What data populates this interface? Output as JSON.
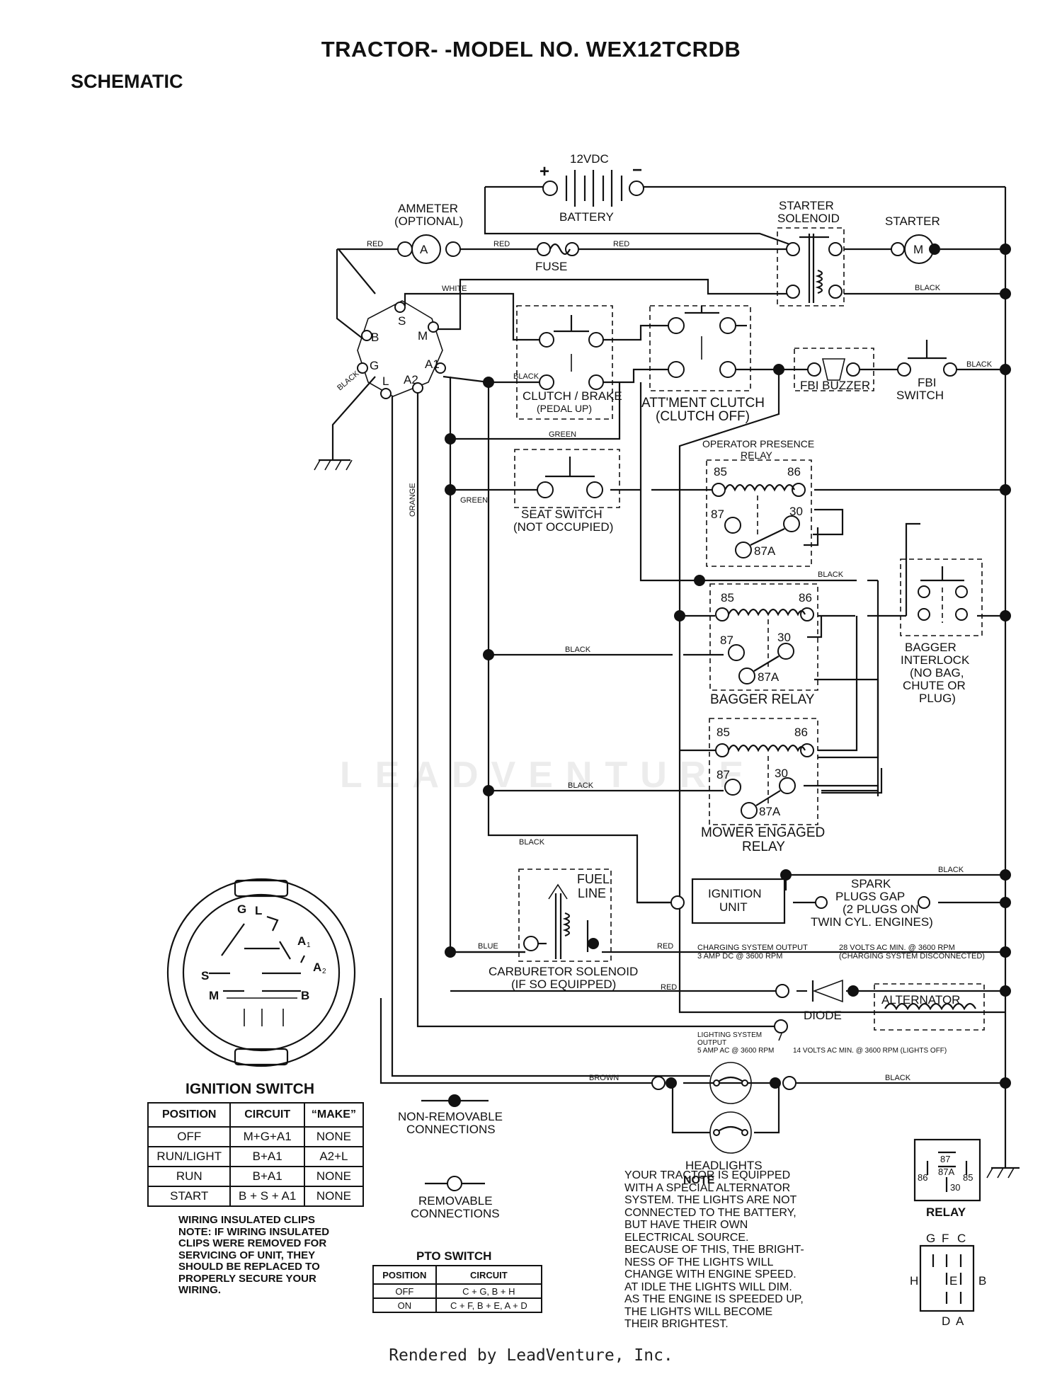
{
  "header": {
    "title": "TRACTOR- -MODEL NO. WEX12TCRDB",
    "section": "SCHEMATIC"
  },
  "watermark": "LEADVENTURE",
  "components": {
    "battery": "BATTERY",
    "battery_voltage": "12VDC",
    "plus": "+",
    "minus": "−",
    "ammeter_1": "AMMETER",
    "ammeter_2": "(OPTIONAL)",
    "ammeter_symbol": "A",
    "fuse": "FUSE",
    "starter_solenoid_1": "STARTER",
    "starter_solenoid_2": "SOLENOID",
    "starter": "STARTER",
    "starter_symbol": "M",
    "clutch_brake_1": "CLUTCH / BRAKE",
    "clutch_brake_2": "(PEDAL UP)",
    "attachment_clutch_1": "ATT'MENT CLUTCH",
    "attachment_clutch_2": "(CLUTCH OFF)",
    "fbi_buzzer": "FBI BUZZER",
    "fbi_switch_1": "FBI",
    "fbi_switch_2": "SWITCH",
    "seat_switch_1": "SEAT SWITCH",
    "seat_switch_2": "(NOT OCCUPIED)",
    "operator_relay_1": "OPERATOR PRESENCE",
    "operator_relay_2": "RELAY",
    "bagger_relay": "BAGGER RELAY",
    "bagger_interlock": [
      "BAGGER",
      "INTERLOCK",
      "(NO BAG,",
      "CHUTE OR",
      "PLUG)"
    ],
    "mower_relay_1": "MOWER ENGAGED",
    "mower_relay_2": "RELAY",
    "fuel_line_1": "FUEL",
    "fuel_line_2": "LINE",
    "carb_solenoid_1": "CARBURETOR SOLENOID",
    "carb_solenoid_2": "(IF SO EQUIPPED)",
    "ignition_unit_1": "IGNITION",
    "ignition_unit_2": "UNIT",
    "spark_plugs": [
      "SPARK",
      "PLUGS GAP",
      "(2 PLUGS ON",
      "TWIN CYL. ENGINES)"
    ],
    "charging_output_1": "CHARGING SYSTEM OUTPUT",
    "charging_output_2": "3 AMP DC @ 3600 RPM",
    "alt_rating_1": "28 VOLTS AC MIN. @ 3600 RPM",
    "alt_rating_2": "(CHARGING SYSTEM DISCONNECTED)",
    "diode": "DIODE",
    "alternator": "ALTERNATOR",
    "lighting_output": [
      "LIGHTING SYSTEM",
      "OUTPUT",
      "5 AMP AC @ 3600 RPM"
    ],
    "alt_lights_off": "14 VOLTS AC MIN. @ 3600 RPM (LIGHTS OFF)",
    "headlights": "HEADLIGHTS",
    "relay_terminals": {
      "t85": "85",
      "t86": "86",
      "t87": "87",
      "t30": "30",
      "t87a": "87A"
    },
    "ign_terminals": {
      "B": "B",
      "S": "S",
      "M": "M",
      "G": "G",
      "L": "L",
      "A1": "A1",
      "A2": "A2"
    }
  },
  "wire_colors": {
    "red": "RED",
    "white": "WHITE",
    "black": "BLACK",
    "green": "GREEN",
    "orange": "ORANGE",
    "blue": "BLUE",
    "brown": "BROWN"
  },
  "ignition_switch": {
    "title": "IGNITION SWITCH",
    "face_labels": {
      "G": "G",
      "L": "L",
      "A1": "A",
      "A1_sub": "1",
      "A2": "A",
      "A2_sub": "2",
      "S": "S",
      "M": "M",
      "B": "B"
    },
    "headers": [
      "POSITION",
      "CIRCUIT",
      "“MAKE”"
    ],
    "rows": [
      [
        "OFF",
        "M+G+A1",
        "NONE"
      ],
      [
        "RUN/LIGHT",
        "B+A1",
        "A2+L"
      ],
      [
        "RUN",
        "B+A1",
        "NONE"
      ],
      [
        "START",
        "B + S + A1",
        "NONE"
      ]
    ]
  },
  "legend": {
    "non_removable": [
      "NON-REMOVABLE",
      "CONNECTIONS"
    ],
    "removable": [
      "REMOVABLE",
      "CONNECTIONS"
    ]
  },
  "clips_note": [
    "WIRING INSULATED CLIPS",
    "NOTE: IF WIRING INSULATED",
    "CLIPS WERE REMOVED FOR",
    "SERVICING OF UNIT, THEY",
    "SHOULD BE REPLACED TO",
    "PROPERLY SECURE YOUR",
    "WIRING."
  ],
  "pto_switch": {
    "title": "PTO SWITCH",
    "headers": [
      "POSITION",
      "CIRCUIT"
    ],
    "rows": [
      [
        "OFF",
        "C + G, B + H"
      ],
      [
        "ON",
        "C + F, B + E, A + D"
      ]
    ]
  },
  "note": {
    "title": "NOTE",
    "lines": [
      "YOUR TRACTOR IS EQUIPPED",
      "WITH A SPECIAL ALTERNATOR",
      "SYSTEM.  THE LIGHTS ARE NOT",
      "CONNECTED TO  THE BATTERY,",
      "BUT HAVE THEIR OWN",
      "ELECTRICAL SOURCE.",
      "BECAUSE OF THIS, THE BRIGHT-",
      "NESS OF THE LIGHTS WILL",
      "CHANGE WITH ENGINE SPEED.",
      "AT IDLE THE LIGHTS WILL DIM.",
      "AS THE ENGINE IS SPEEDED UP,",
      "THE LIGHTS WILL BECOME",
      "THEIR BRIGHTEST."
    ]
  },
  "relay_pinout": {
    "title": "RELAY",
    "pins": [
      "87",
      "87A",
      "86",
      "85",
      "30"
    ]
  },
  "pto_pinout": {
    "top": [
      "G",
      "F",
      "C"
    ],
    "left": "H",
    "center": "E",
    "right": "B",
    "bottom": [
      "D",
      "A"
    ]
  },
  "footer": "Rendered by LeadVenture, Inc."
}
